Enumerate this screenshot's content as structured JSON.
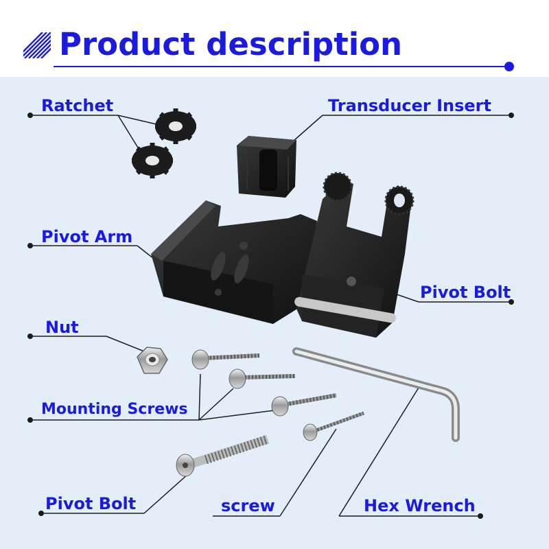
{
  "header": {
    "title": "Product description"
  },
  "labels": {
    "ratchet": "Ratchet",
    "transducer_insert": "Transducer Insert",
    "pivot_arm": "Pivot Arm",
    "pivot_bolt_right": "Pivot Bolt",
    "nut": "Nut",
    "mounting_screws": "Mounting Screws",
    "pivot_bolt_bottom": "Pivot Bolt",
    "screw": "screw",
    "hex_wrench": "Hex Wrench"
  },
  "colors": {
    "accent": "#1a1ae0",
    "panel": "#e3eef8",
    "part": "#1c1c1c"
  }
}
